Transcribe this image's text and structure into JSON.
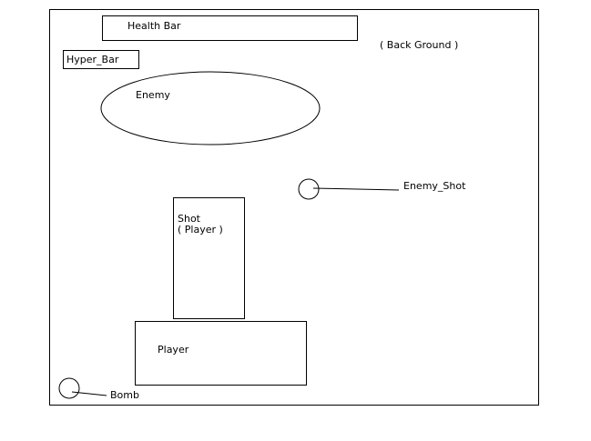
{
  "labels": {
    "health_bar": "Health Bar",
    "background": "( Back Ground )",
    "hyper_bar": "Hyper_Bar",
    "enemy": "Enemy",
    "enemy_shot": "Enemy_Shot",
    "player_shot_line1": "Shot",
    "player_shot_line2": "( Player )",
    "player": "Player",
    "bomb": "Bomb"
  }
}
